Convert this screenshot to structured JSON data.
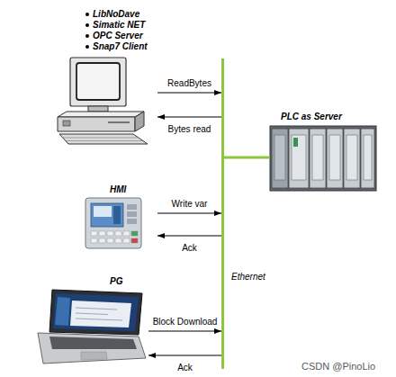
{
  "diagram": {
    "nodes": [
      {
        "text": [
          "LibNoDave",
          "Simatic NET",
          "OPC Server",
          "Snap7 Client"
        ]
      },
      {
        "text": [
          "PLC as Server"
        ]
      },
      {
        "text": [
          "HMI"
        ]
      },
      {
        "text": [
          "Ethernet"
        ]
      },
      {
        "text": [
          "PG"
        ]
      }
    ],
    "edges": [
      {
        "from": 0,
        "to": 3,
        "label": "ReadBytes",
        "arrow": "to"
      },
      {
        "from": 3,
        "to": 0,
        "label": "Bytes read",
        "arrow": "to"
      },
      {
        "from": 3,
        "to": 1,
        "arrow": "none"
      },
      {
        "from": 2,
        "to": 3,
        "label": "Write var",
        "arrow": "to"
      },
      {
        "from": 3,
        "to": 2,
        "label": "Ack",
        "arrow": "to"
      },
      {
        "from": 4,
        "to": 3,
        "label": "Block Download",
        "arrow": "to"
      },
      {
        "from": 3,
        "to": 4,
        "label": "Ack",
        "arrow": "to"
      }
    ],
    "labels": [
      "CSDN @PinoLio"
    ]
  }
}
